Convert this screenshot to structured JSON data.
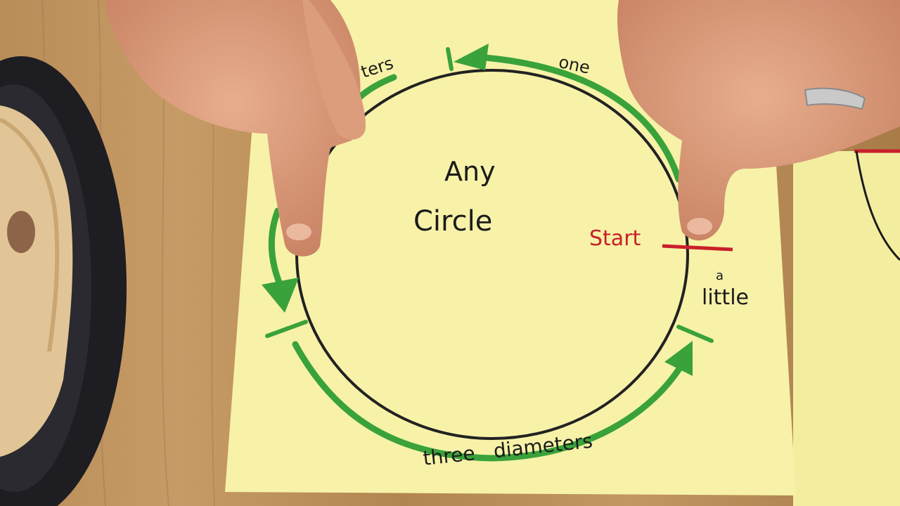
{
  "scene": {
    "title_line1": "Any",
    "title_line2": "Circle",
    "start_label": "Start",
    "small_a": "a",
    "little": "little",
    "one_label": "one",
    "partial_label": "ters",
    "bottom_label": "three   diameters"
  },
  "colors": {
    "wood": "#b58a55",
    "paper": "#f7f2a8",
    "arrow_green": "#3aa23a",
    "start_red": "#c8202a",
    "ink": "#1b1b1b"
  }
}
